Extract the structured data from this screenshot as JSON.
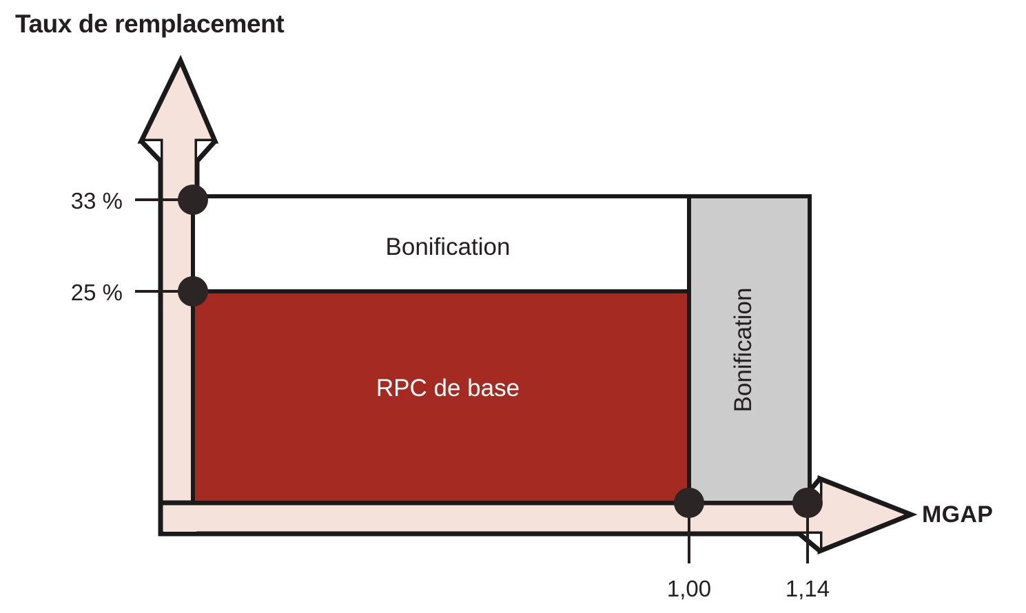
{
  "figure": {
    "title": "Taux de remplacement",
    "x_axis_label": "MGAP",
    "y_axis_label": "Taux de remplacement"
  },
  "axes": {
    "y_ticks": [
      {
        "label": "33 %",
        "value": 33
      },
      {
        "label": "25 %",
        "value": 25
      }
    ],
    "x_ticks": [
      {
        "label": "1,00",
        "value": 1.0
      },
      {
        "label": "1,14",
        "value": 1.14
      }
    ]
  },
  "regions": {
    "base": {
      "label": "RPC de base",
      "color": "#A52A22",
      "text_color": "#ffffff"
    },
    "bonus_upper": {
      "label": "Bonification",
      "color": "#ffffff",
      "text_color": "#231f20"
    },
    "bonus_right": {
      "label": "Bonification",
      "color": "#cccccc",
      "text_color": "#231f20"
    }
  },
  "colors": {
    "accent_red": "#A52A22",
    "gray_fill": "#cccccc",
    "arrow_fill": "#F5E3DB",
    "stroke": "#1a1a1a",
    "ink": "#231f20"
  },
  "chart_data": {
    "type": "area",
    "title": "Taux de remplacement",
    "xlabel": "MGAP",
    "ylabel": "Taux de remplacement",
    "x": [
      0,
      1.0,
      1.14
    ],
    "xtick_labels": [
      "1,00",
      "1,14"
    ],
    "ytick_labels": [
      "25 %",
      "33 %"
    ],
    "ylim": [
      0,
      40
    ],
    "grid": false,
    "legend_position": "inline-labels",
    "series": [
      {
        "name": "RPC de base",
        "values": [
          25,
          25,
          0
        ],
        "color": "#A52A22",
        "note": "Bloc rouge de 0 a 1,00 MGAP a 25 %"
      },
      {
        "name": "Bonification",
        "values": [
          8,
          8,
          0
        ],
        "color": "#ffffff",
        "note": "Bande blanche entre 25 % et 33 % de 0 a 1,00 MGAP"
      },
      {
        "name": "Bonification (MGAP 1,00 a 1,14)",
        "values": [
          0,
          33,
          33
        ],
        "color": "#cccccc",
        "note": "Bloc gris de 1,00 a 1,14 MGAP jusqu a 33 %"
      }
    ],
    "markers": [
      {
        "x": 0,
        "y": 33,
        "label": "33 %"
      },
      {
        "x": 0,
        "y": 25,
        "label": "25 %"
      },
      {
        "x": 1.0,
        "y": 0,
        "label": "1,00"
      },
      {
        "x": 1.14,
        "y": 0,
        "label": "1,14"
      }
    ]
  }
}
